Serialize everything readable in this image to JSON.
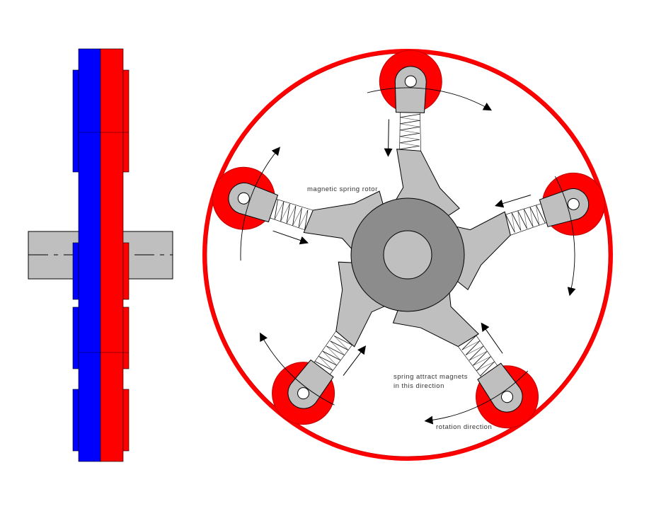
{
  "labels": {
    "rotor": "magnetic spring rotor",
    "spring_line1": "spring attract magnets",
    "spring_line2": "in this direction",
    "rotation": "rotation direction"
  },
  "colors": {
    "blue": "#0000ff",
    "red": "#ff0000",
    "gray": "#bfbfbf",
    "hub": "#8c8c8c",
    "hub_inner": "#bfbfbf",
    "outline": "#000000"
  },
  "arm_count": 5
}
